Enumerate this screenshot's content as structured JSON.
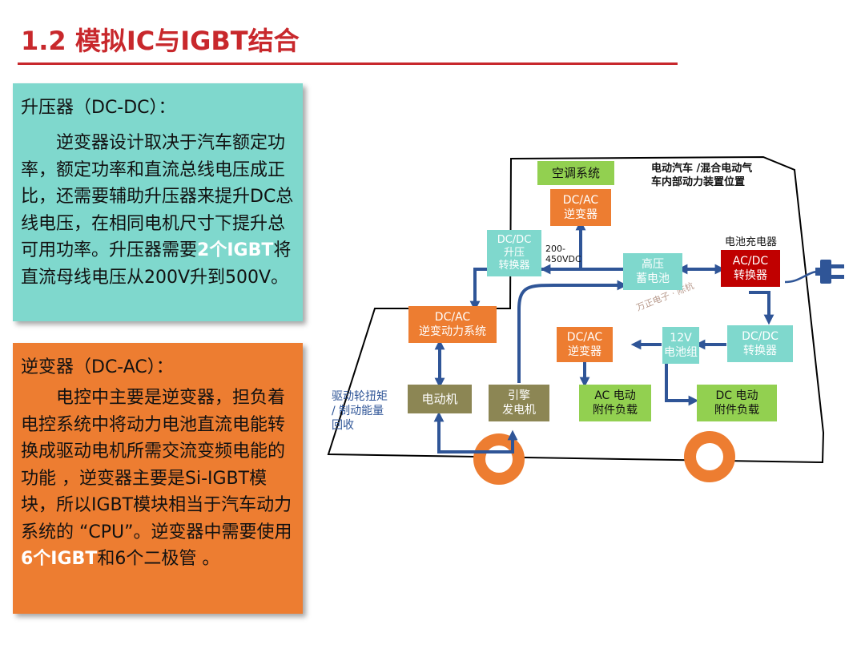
{
  "slide": {
    "title": "1.2 模拟IC与IGBT结合"
  },
  "boost_panel": {
    "heading": "升压器（DC-DC）：",
    "body_1": "逆变器设计取决于汽车额定功率，额定功率和直流总线电压成正比，还需要辅助升压器来提升DC总线电压，在相同电机尺寸下提升总可用功率。升压器需要",
    "highlight": "2个IGBT",
    "body_2": "将直流母线电压从200V升到500V。",
    "color": "#7fd8cd"
  },
  "inverter_panel": {
    "heading": "逆变器（DC-AC）：",
    "body_1": "电控中主要是逆变器，担负着电控系统中将动力电池直流电能转换成驱动电机所需交流变频电能的功能 ，逆变器主要是Si-IGBT模块，所以IGBT模块相当于汽车动力系统的 “CPU”。逆变器中需要使用",
    "highlight": "6个IGBT",
    "body_2": "和6个二极管 。",
    "color": "#ed7d31"
  },
  "diagram": {
    "caption_line1": "电动汽车 /混合电动气",
    "caption_line2": "车内部动力装置位置",
    "charger_label": "电池充电器",
    "voltage_line1": "200-",
    "voltage_line2": "450VDC",
    "regen_line1": "驱动轮扭矩",
    "regen_line2": "/ 制动能量",
    "regen_line3": "回收",
    "watermark": "万正电子 · 陈杭",
    "boxes": {
      "aircon": "空调系统",
      "dcac_top_1": "DC/AC",
      "dcac_top_2": "逆变器",
      "dcdc_boost_1": "DC/DC",
      "dcdc_boost_2": "升压",
      "dcdc_boost_3": "转换器",
      "hv_battery_1": "高压",
      "hv_battery_2": "蓄电池",
      "acdc_1": "AC/DC",
      "acdc_2": "转换器",
      "dcac_drive_1": "DC/AC",
      "dcac_drive_2": "逆变动力系统",
      "dcac_small_1": "DC/AC",
      "dcac_small_2": "逆变器",
      "battery12v_1": "12V",
      "battery12v_2": "电池组",
      "dcdc_right_1": "DC/DC",
      "dcdc_right_2": "转换器",
      "motor": "电动机",
      "generator_1": "引擎",
      "generator_2": "发电机",
      "ac_load_1": "AC 电动",
      "ac_load_2": "附件负载",
      "dc_load_1": "DC 电动",
      "dc_load_2": "附件负载"
    },
    "colors": {
      "arrow": "#2f5597",
      "wheel": "#ed7d31",
      "outline": "#000000"
    }
  }
}
